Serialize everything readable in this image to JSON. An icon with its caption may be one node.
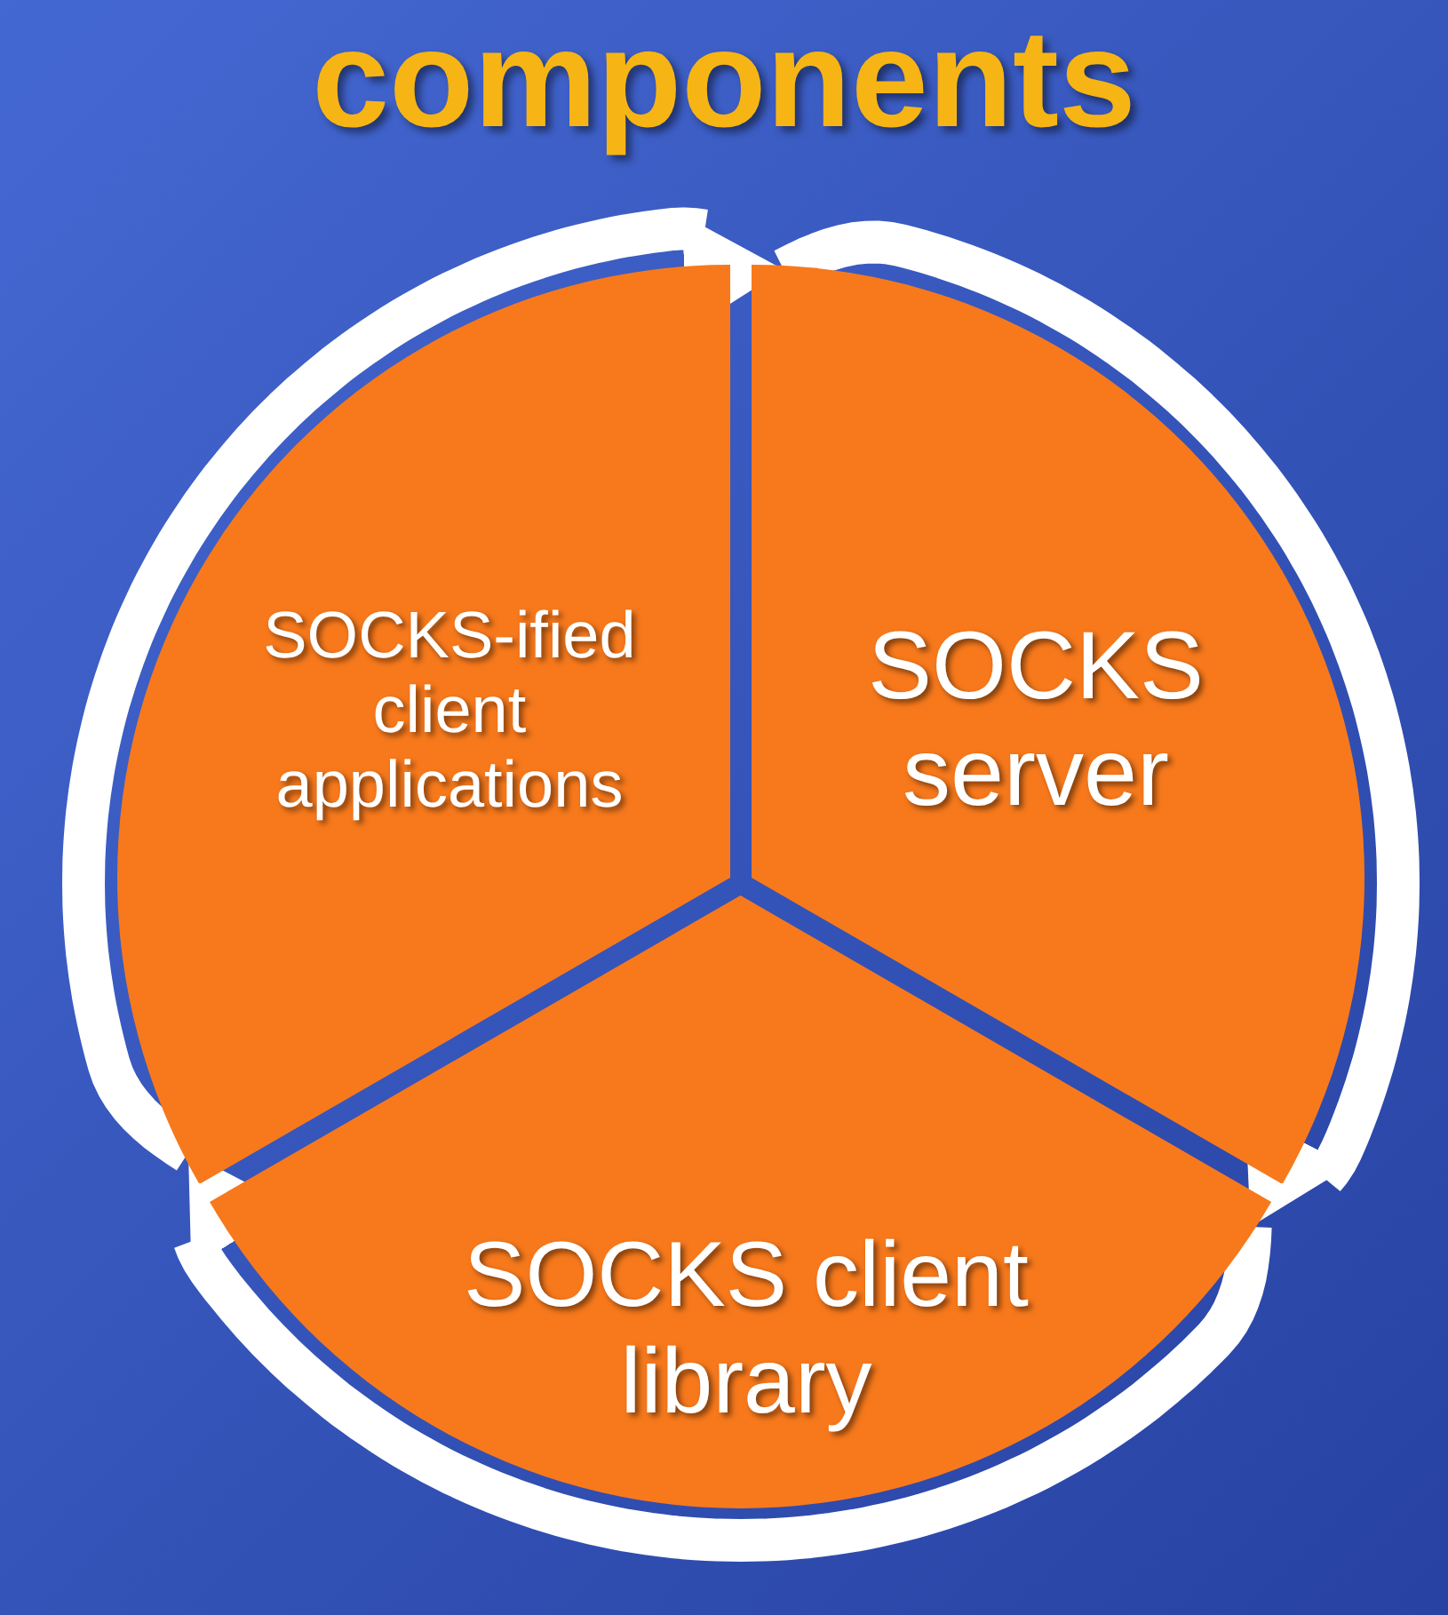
{
  "diagram": {
    "title": "components",
    "nodes": [
      {
        "text": [
          "SOCKS-ified client applications"
        ]
      },
      {
        "text": [
          "SOCKS server"
        ]
      },
      {
        "text": [
          "SOCKS client library"
        ]
      }
    ],
    "edges": [
      {
        "from": 0,
        "to": 1,
        "arrow": "to"
      },
      {
        "from": 1,
        "to": 2,
        "arrow": "to"
      },
      {
        "from": 2,
        "to": 0,
        "arrow": "to"
      }
    ]
  }
}
